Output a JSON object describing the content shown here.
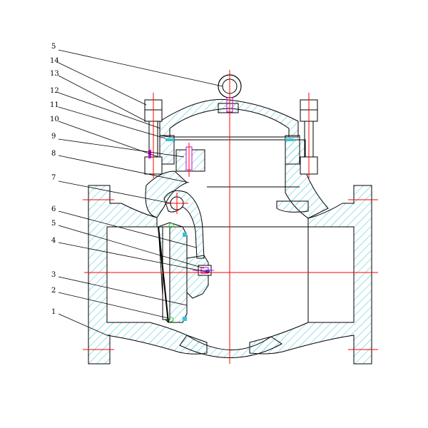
{
  "drawing": {
    "callouts": [
      {
        "id": "c15",
        "text": "5"
      },
      {
        "id": "c14",
        "text": "14"
      },
      {
        "id": "c13",
        "text": "13"
      },
      {
        "id": "c12",
        "text": "12"
      },
      {
        "id": "c11",
        "text": "11"
      },
      {
        "id": "c10",
        "text": "10"
      },
      {
        "id": "c9",
        "text": "9"
      },
      {
        "id": "c8",
        "text": "8"
      },
      {
        "id": "c7",
        "text": "7"
      },
      {
        "id": "c6",
        "text": "6"
      },
      {
        "id": "c5",
        "text": "5"
      },
      {
        "id": "c4",
        "text": "4"
      },
      {
        "id": "c3",
        "text": "3"
      },
      {
        "id": "c2",
        "text": "2"
      },
      {
        "id": "c1",
        "text": "1"
      }
    ],
    "colors": {
      "outline": "#000000",
      "hatch": "#39c3d6",
      "centerline": "#ff0000",
      "accent_magenta": "#cc00cc",
      "accent_green": "#22cc22",
      "accent_blue": "#2266ff"
    }
  }
}
